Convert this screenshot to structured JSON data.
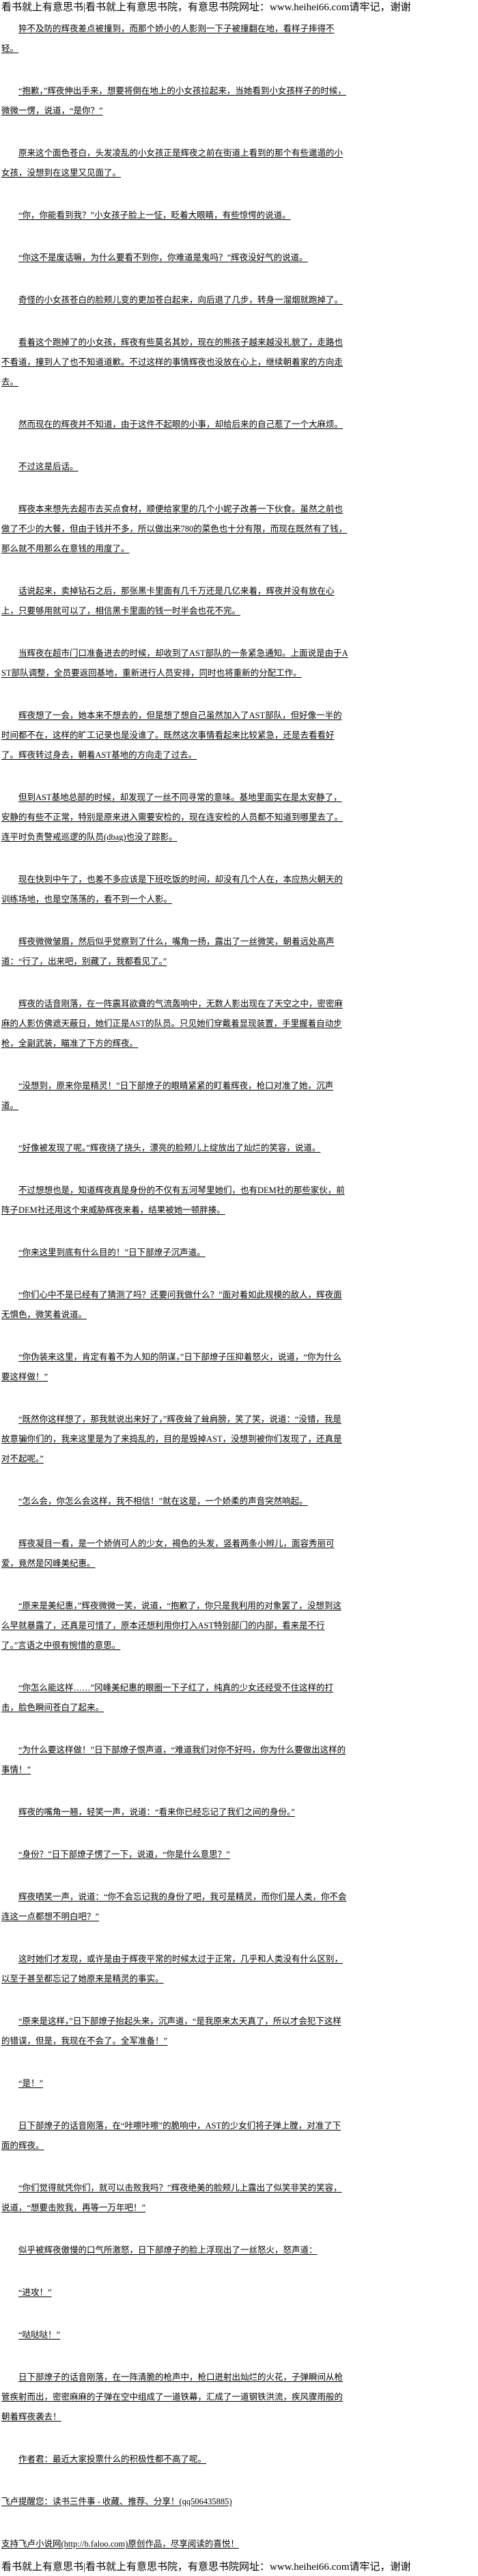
{
  "banner": {
    "text": "看书就上有意思书|看书就上有意思书院，有意思书院网址：www.heihei66.com请牢记，谢谢"
  },
  "article": {
    "paragraphs": [
      "猝不及防的辉夜差点被撞到，而那个娇小的人影则一下子被撞翻在地，看样子摔得不轻。",
      "“抱歉，”辉夜伸出手来，想要将倒在地上的小女孩拉起来，当她看到小女孩样子的时候，微微一愣，说道，“是你？”",
      "原来这个面色苍白，头发凌乱的小女孩正是辉夜之前在街道上看到的那个有些邋遢的小女孩，没想到在这里又见面了。",
      "“你，你能看到我？”小女孩子脸上一怔，眨着大眼睛，有些惊愕的说道。",
      "“你这不是废话嘛，为什么要看不到你，你难道是鬼吗？”辉夜没好气的说道。",
      "奇怪的小女孩苍白的脸颊儿变的更加苍白起来，向后退了几步，转身一溜烟就跑掉了。",
      "看着这个跑掉了的小女孩，辉夜有些莫名其妙，现在的熊孩子越来越没礼貌了，走路也不看道，撞到人了也不知道道歉。不过这样的事情辉夜也没放在心上，继续朝着家的方向走去。",
      "然而现在的辉夜并不知道，由于这件不起眼的小事，却给后来的自己惹了一个大麻烦。",
      "不过这是后话。",
      "辉夜本来想先去超市去买点食材，顺便给家里的几个小妮子改善一下伙食。虽然之前也做了不少的大餐，但由于钱并不多，所以做出来780的菜色也十分有限，而现在既然有了钱，那么就不用那么在意钱的用度了。",
      "话说起来，卖掉钻石之后，那张黑卡里面有几千万还是几亿来着，辉夜并没有放在心上，只要够用就可以了，相信黑卡里面的钱一时半会也花不完。",
      "当辉夜在超市门口准备进去的时候，却收到了AST部队的一条紧急通知。上面说是由于AST部队调整，全员要返回基地，重新进行人员安排，同时也将重新的分配工作。",
      "辉夜想了一会，她本来不想去的，但是想了想自己虽然加入了AST部队，但好像一半的时间都不在，这样的旷工记录也是没谁了。既然这次事情看起来比较紧急，还是去看看好了。辉夜转过身去，朝着AST基地的方向走了过去。",
      "但到AST基地总部的时候，却发现了一丝不同寻常的意味。基地里面实在是太安静了，安静的有些不正常，特别是原来进入需要安检的，现在连安检的人员都不知道到哪里去了。连平时负责警戒巡逻的队员(dbag)也没了踪影。",
      "现在快到中午了，也差不多应该是下班吃饭的时间，却没有几个人在，本应热火朝天的训练场地，也是空荡荡的，看不到一个人影。",
      "辉夜微微皱眉，然后似乎觉察到了什么，嘴角一扬，露出了一丝微笑，朝着远处高声道：“行了，出来吧，别藏了，我都看见了。”",
      "辉夜的话音刚落，在一阵震耳欲聋的气流轰响中，无数人影出现在了天空之中，密密麻麻的人影仿佛遮天蔽日，她们正是AST的队员。只见她们穿戴着显现装置，手里握着自动步枪，全副武装，瞄准了下方的辉夜。",
      "“没想到，原来你是精灵！”日下部燎子的眼睛紧紧的盯着辉夜，枪口对准了她，沉声道。",
      "“好像被发现了呢。”辉夜挠了挠头，漂亮的脸颊儿上绽放出了灿烂的笑容，说道。",
      "不过想想也是，知道辉夜真是身份的不仅有五河琴里她们，也有DEM社的那些家伙，前阵子DEM社还用这个来威胁辉夜来着，结果被她一顿胖揍。",
      "“你来这里到底有什么目的！”日下部燎子沉声道。",
      "“你们心中不是已经有了猜测了吗？还要问我做什么？”面对着如此规模的敌人，辉夜面无惧色，微笑着说道。",
      "“你伪装来这里，肯定有着不为人知的阴谋，”日下部燎子压抑着怒火，说道，“你为什么要这样做！”",
      "“既然你这样想了，那我就说出来好了，”辉夜耸了耸肩膀，笑了笑，说道：“没错，我是故意骗你们的，我来这里是为了来捣乱的，目的是毁掉AST，没想到被你们发现了，还真是对不起呢。”",
      "“怎么会，你怎么会这样，我不相信！”就在这是，一个娇柔的声音突然响起。",
      "辉夜凝目一看，是一个娇俏可人的少女，褐色的头发，竖着两条小辫儿，面容秀丽可爱，竟然是冈峰美纪惠。",
      "“原来是美纪惠，”辉夜微微一笑，说道，“抱歉了，你只是我利用的对象罢了，没想到这么早就暴露了，还真是可惜了，原本还想利用你打入AST特别部门的内部，看来是不行了。”言语之中很有惋惜的意思。",
      "“你怎么能这样……”冈峰美纪惠的眼圈一下子红了，纯真的少女还经受不住这样的打击，脸色瞬间苍白了起来。",
      "“为什么要这样做！”日下部燎子恨声道，“难道我们对你不好吗，你为什么要做出这样的事情！”",
      "辉夜的嘴角一翘，轻笑一声，说道：“看来你已经忘记了我们之间的身份。”",
      "“身份？”日下部燎子愣了一下，说道，“你是什么意思？”",
      "辉夜哂笑一声，说道：“你不会忘记我的身份了吧，我可是精灵，而你们是人类，你不会连这一点都想不明白吧？”",
      "这时她们才发现，或许是由于辉夜平常的时候太过于正常，几乎和人类没有什么区别，以至于甚至都忘记了她原来是精灵的事实。",
      "“原来是这样，”日下部燎子抬起头来，沉声道，“是我原来太天真了，所以才会犯下这样的错误，但是，我现在不会了。全军准备！”",
      "“是！”",
      "日下部燎子的话音刚落，在“咔嚓咔嚓”的脆响中，AST的少女们将子弹上膛，对准了下面的辉夜。",
      "“你们觉得就凭你们，就可以击败我吗？”辉夜绝美的脸颊儿上露出了似笑非笑的笑容，说道，“想要击败我，再等一万年吧！”",
      "似乎被辉夜傲慢的口气所激怒，日下部燎子的脸上浮现出了一丝怒火，怒声道：",
      "“进攻！”",
      "“哒哒哒！”",
      "日下部燎子的话音刚落，在一阵清脆的枪声中，枪口迸射出灿烂的火花，子弹瞬间从枪管疾射而出，密密麻麻的子弹在空中组成了一道铁幕，汇成了一道钢铁洪流，疾风骤雨般的朝着辉夜袭去！",
      "作者君：最近大家投票什么的积极性都不高了呢。"
    ],
    "footer_notes": [
      "飞卢提醒您：读书三件事 - 收藏、推荐、分享！(qq506435885)",
      "支持飞卢小说网(http://b.faloo.com)原创作品，尽享阅读的喜悦！"
    ]
  }
}
